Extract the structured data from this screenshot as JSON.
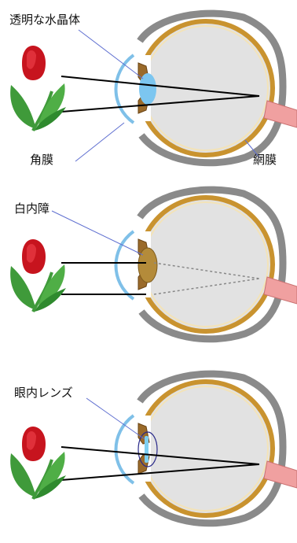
{
  "panels": [
    {
      "title": "透明な水晶体",
      "labels": {
        "cornea": "角膜",
        "retina": "網膜"
      },
      "lens": "clear"
    },
    {
      "title": "白内障",
      "lens": "cloudy"
    },
    {
      "title": "眼内レンズ",
      "lens": "intraocular"
    }
  ],
  "colors": {
    "sclera_outer": "#8a8a8a",
    "eye_wall": "#c9932f",
    "eye_inner": "#e2e2e2",
    "cornea": "#7fc0e8",
    "clear_lens": "#7cc6f0",
    "cloudy_lens": "#b48b3a",
    "iol_lens": "#7fd0f2",
    "optic_nerve": "#f0a0a0",
    "tulip_red": "#c7141e",
    "leaf_green": "#3f9a3a",
    "pointer_line": "#5f6fd0"
  }
}
